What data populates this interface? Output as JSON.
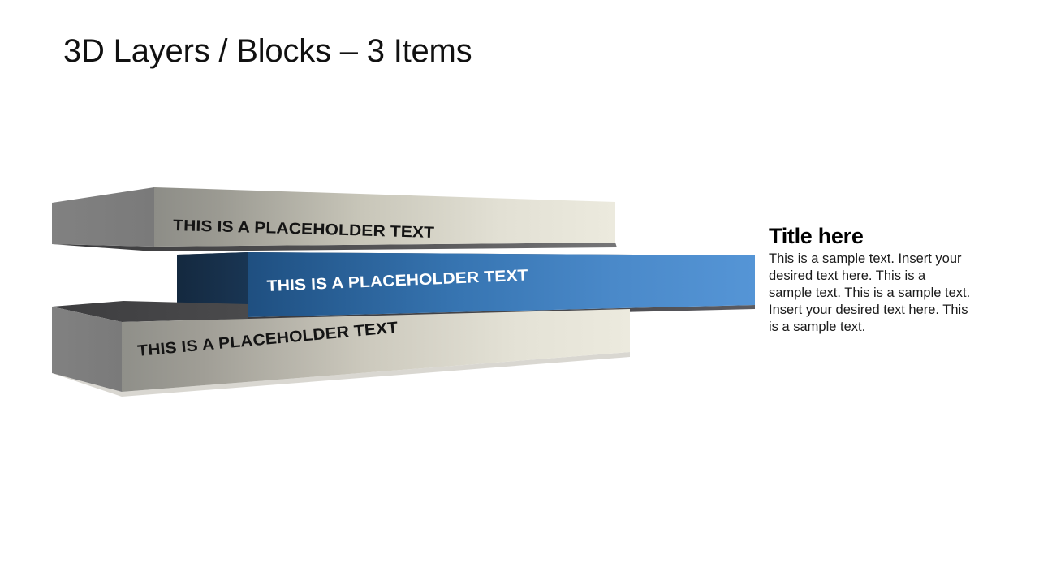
{
  "slide": {
    "title": "3D Layers / Blocks – 3 Items",
    "background_color": "#ffffff"
  },
  "diagram": {
    "type": "3d-layers-blocks",
    "layer_count": 3,
    "layers": [
      {
        "id": "top",
        "label": "THIS IS A PLACEHOLDER TEXT",
        "label_color": "#141414",
        "top_face_gradient_start": "#8d8d87",
        "top_face_gradient_end": "#eceade",
        "side_face_color": "#7d7d7d",
        "edge_shadow_color": "#3a3a3c"
      },
      {
        "id": "middle",
        "label": "THIS IS A PLACEHOLDER TEXT",
        "label_color": "#ffffff",
        "top_face_gradient_start": "#1f4f80",
        "top_face_gradient_end": "#5595d6",
        "side_face_color": "#17304d",
        "edge_shadow_color": "#2b2b2d"
      },
      {
        "id": "bottom",
        "label": "THIS IS A PLACEHOLDER TEXT",
        "label_color": "#141414",
        "top_face_gradient_start": "#8f8f89",
        "top_face_gradient_end": "#eceade",
        "side_face_color": "#7d7d7d",
        "edge_shadow_color": "#434345"
      }
    ]
  },
  "side_panel": {
    "title": "Title here",
    "body": "This is a sample text. Insert your desired text here. This is a sample text. This is a sample text. Insert your desired text here. This is a sample text."
  }
}
